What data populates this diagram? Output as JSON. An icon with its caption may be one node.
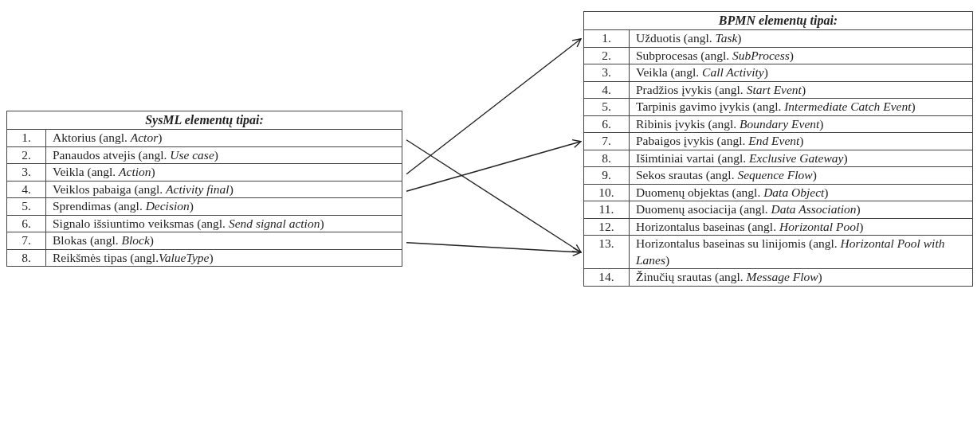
{
  "diagram": {
    "nodes": [
      {
        "text": [
          "SysML elementų tipai:"
        ]
      },
      {
        "text": [
          "1.",
          "Aktorius (angl. *Actor*)"
        ],
        "in": 0
      },
      {
        "text": [
          "2.",
          "Panaudos atvejis (angl. *Use case*)"
        ],
        "in": 0
      },
      {
        "text": [
          "3.",
          "Veikla (angl. *Action*)"
        ],
        "in": 0
      },
      {
        "text": [
          "4.",
          "Veiklos pabaiga (angl. *Activity final*)"
        ],
        "in": 0
      },
      {
        "text": [
          "5.",
          "Sprendimas (angl. *Decision*)"
        ],
        "in": 0
      },
      {
        "text": [
          "6.",
          "Signalo išsiuntimo veiksmas (angl. *Send signal action*)"
        ],
        "in": 0
      },
      {
        "text": [
          "7.",
          "Blokas (angl. *Block*)"
        ],
        "in": 0
      },
      {
        "text": [
          "8.",
          "Reikšmės tipas (angl.*ValueType*)"
        ],
        "in": 0
      },
      {
        "text": [
          "BPMN elementų tipai:"
        ]
      },
      {
        "text": [
          "1.",
          "Užduotis (angl. *Task*)"
        ],
        "in": 9
      },
      {
        "text": [
          "2.",
          "Subprocesas (angl. *SubProcess*)"
        ],
        "in": 9
      },
      {
        "text": [
          "3.",
          "Veikla (angl. *Call Activity*)"
        ],
        "in": 9
      },
      {
        "text": [
          "4.",
          "Pradžios įvykis (angl. *Start Event*)"
        ],
        "in": 9
      },
      {
        "text": [
          "5.",
          "Tarpinis gavimo įvykis (angl. *Intermediate Catch Event*)"
        ],
        "in": 9
      },
      {
        "text": [
          "6.",
          "Ribinis įvykis (angl. *Boundary Event*)"
        ],
        "in": 9
      },
      {
        "text": [
          "7.",
          "Pabaigos įvykis (angl. *End Event*)"
        ],
        "in": 9
      },
      {
        "text": [
          "8.",
          "Išimtiniai vartai (angl. *Exclusive Gateway*)"
        ],
        "in": 9
      },
      {
        "text": [
          "9.",
          "Sekos srautas (angl. *Sequence Flow*)"
        ],
        "in": 9
      },
      {
        "text": [
          "10.",
          "Duomenų objektas (angl. *Data Object*)"
        ],
        "in": 9
      },
      {
        "text": [
          "11.",
          "Duomenų asociacija (angl. *Data Association*)"
        ],
        "in": 9
      },
      {
        "text": [
          "12.",
          "Horizontalus baseinas (angl. *Horizontal Pool*)"
        ],
        "in": 9
      },
      {
        "text": [
          "13.",
          "Horizontalus baseinas su linijomis (angl. *Horizontal Pool with Lanes*)"
        ],
        "in": 9
      },
      {
        "text": [
          "14.",
          "Žinučių srautas (angl. *Message Flow*)"
        ],
        "in": 9
      }
    ],
    "edges": [
      {
        "from": 1,
        "to": 22,
        "arrow": "to"
      },
      {
        "from": 3,
        "to": 10,
        "arrow": "to"
      },
      {
        "from": 4,
        "to": 16,
        "arrow": "to"
      },
      {
        "from": 7,
        "to": 22,
        "arrow": "to"
      }
    ]
  }
}
